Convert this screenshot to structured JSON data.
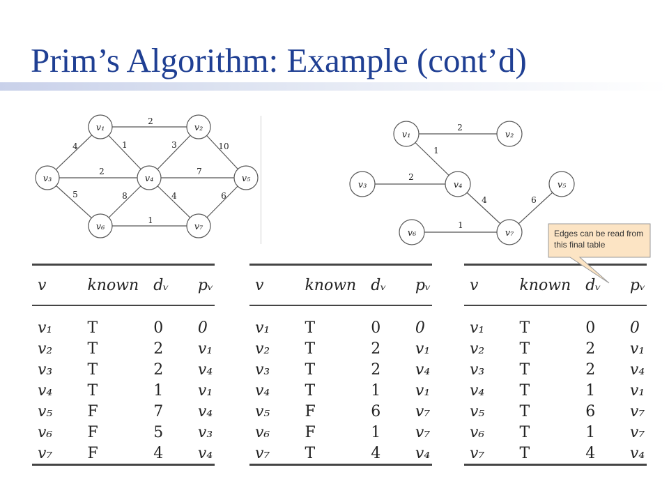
{
  "slide": {
    "title": "Prim’s Algorithm:  Example (cont’d)",
    "callout": "Edges can be read from this final table"
  },
  "graphs": [
    {
      "id": "original",
      "nodes": [
        {
          "id": "v1",
          "label": "v₁"
        },
        {
          "id": "v2",
          "label": "v₂"
        },
        {
          "id": "v3",
          "label": "v₃"
        },
        {
          "id": "v4",
          "label": "v₄"
        },
        {
          "id": "v5",
          "label": "v₅"
        },
        {
          "id": "v6",
          "label": "v₆"
        },
        {
          "id": "v7",
          "label": "v₇"
        }
      ],
      "edges": [
        {
          "from": "v1",
          "to": "v2",
          "weight": "2"
        },
        {
          "from": "v1",
          "to": "v3",
          "weight": "4"
        },
        {
          "from": "v1",
          "to": "v4",
          "weight": "1"
        },
        {
          "from": "v2",
          "to": "v4",
          "weight": "3"
        },
        {
          "from": "v2",
          "to": "v5",
          "weight": "10"
        },
        {
          "from": "v3",
          "to": "v4",
          "weight": "2"
        },
        {
          "from": "v3",
          "to": "v6",
          "weight": "5"
        },
        {
          "from": "v4",
          "to": "v5",
          "weight": "7"
        },
        {
          "from": "v4",
          "to": "v6",
          "weight": "8"
        },
        {
          "from": "v4",
          "to": "v7",
          "weight": "4"
        },
        {
          "from": "v5",
          "to": "v7",
          "weight": "6"
        },
        {
          "from": "v6",
          "to": "v7",
          "weight": "1"
        }
      ]
    },
    {
      "id": "spanning-tree",
      "nodes": [
        {
          "id": "v1",
          "label": "v₁"
        },
        {
          "id": "v2",
          "label": "v₂"
        },
        {
          "id": "v3",
          "label": "v₃"
        },
        {
          "id": "v4",
          "label": "v₄"
        },
        {
          "id": "v5",
          "label": "v₅"
        },
        {
          "id": "v6",
          "label": "v₆"
        },
        {
          "id": "v7",
          "label": "v₇"
        }
      ],
      "edges": [
        {
          "from": "v1",
          "to": "v2",
          "weight": "2"
        },
        {
          "from": "v1",
          "to": "v4",
          "weight": "1"
        },
        {
          "from": "v3",
          "to": "v4",
          "weight": "2"
        },
        {
          "from": "v4",
          "to": "v7",
          "weight": "4"
        },
        {
          "from": "v5",
          "to": "v7",
          "weight": "6"
        },
        {
          "from": "v6",
          "to": "v7",
          "weight": "1"
        }
      ]
    }
  ],
  "table_headers": {
    "v": "v",
    "known": "known",
    "d": "dᵥ",
    "p": "pᵥ"
  },
  "tables": [
    {
      "rows": [
        {
          "v": "v₁",
          "known": "T",
          "d": "0",
          "p": "0"
        },
        {
          "v": "v₂",
          "known": "T",
          "d": "2",
          "p": "v₁"
        },
        {
          "v": "v₃",
          "known": "T",
          "d": "2",
          "p": "v₄"
        },
        {
          "v": "v₄",
          "known": "T",
          "d": "1",
          "p": "v₁"
        },
        {
          "v": "v₅",
          "known": "F",
          "d": "7",
          "p": "v₄"
        },
        {
          "v": "v₆",
          "known": "F",
          "d": "5",
          "p": "v₃"
        },
        {
          "v": "v₇",
          "known": "F",
          "d": "4",
          "p": "v₄"
        }
      ]
    },
    {
      "rows": [
        {
          "v": "v₁",
          "known": "T",
          "d": "0",
          "p": "0"
        },
        {
          "v": "v₂",
          "known": "T",
          "d": "2",
          "p": "v₁"
        },
        {
          "v": "v₃",
          "known": "T",
          "d": "2",
          "p": "v₄"
        },
        {
          "v": "v₄",
          "known": "T",
          "d": "1",
          "p": "v₁"
        },
        {
          "v": "v₅",
          "known": "F",
          "d": "6",
          "p": "v₇"
        },
        {
          "v": "v₆",
          "known": "F",
          "d": "1",
          "p": "v₇"
        },
        {
          "v": "v₇",
          "known": "T",
          "d": "4",
          "p": "v₄"
        }
      ]
    },
    {
      "rows": [
        {
          "v": "v₁",
          "known": "T",
          "d": "0",
          "p": "0"
        },
        {
          "v": "v₂",
          "known": "T",
          "d": "2",
          "p": "v₁"
        },
        {
          "v": "v₃",
          "known": "T",
          "d": "2",
          "p": "v₄"
        },
        {
          "v": "v₄",
          "known": "T",
          "d": "1",
          "p": "v₁"
        },
        {
          "v": "v₅",
          "known": "T",
          "d": "6",
          "p": "v₇"
        },
        {
          "v": "v₆",
          "known": "T",
          "d": "1",
          "p": "v₇"
        },
        {
          "v": "v₇",
          "known": "T",
          "d": "4",
          "p": "v₄"
        }
      ]
    }
  ]
}
